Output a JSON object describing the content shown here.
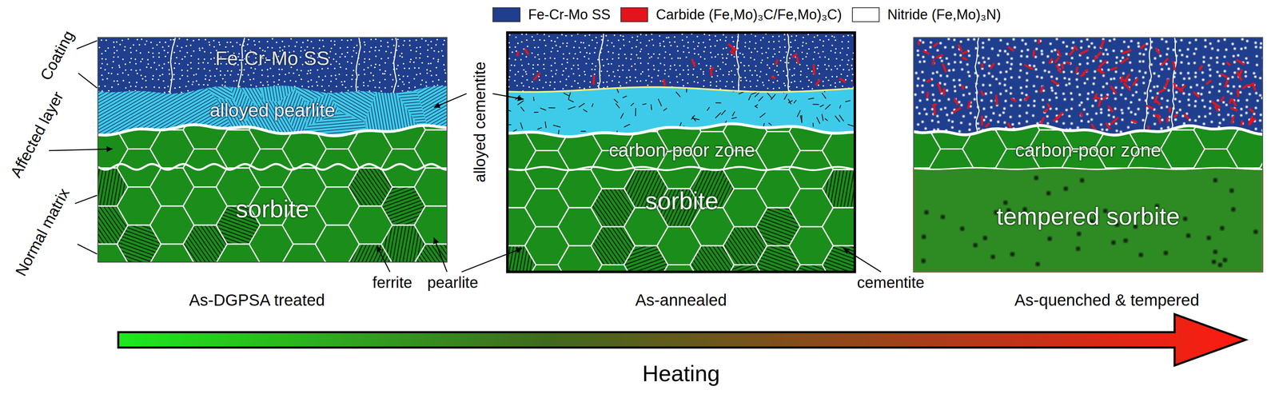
{
  "diagram": {
    "nodes": [
      {
        "text": [
          "Fe-Cr-Mo SS"
        ]
      },
      {
        "text": [
          "alloyed pearlite"
        ]
      },
      {
        "text": [
          "sorbite"
        ]
      },
      {
        "text": [
          "carbon-poor zone"
        ]
      },
      {
        "text": [
          "sorbite"
        ]
      },
      {
        "text": [
          "carbon-poor zone"
        ]
      },
      {
        "text": [
          "tempered sorbite"
        ]
      }
    ],
    "labels": [
      "Coating",
      "Affected layer",
      "Normal matrix",
      "alloyed cementite",
      "ferrite",
      "pearlite",
      "cementite",
      "As-DGPSA treated",
      "As-annealed",
      "As-quenched & tempered",
      "Heating"
    ],
    "legend": [
      {
        "text": "Fe-Cr-Mo SS",
        "color": "#203e8e"
      },
      {
        "text": "Carbide (Fe,Mo)₃C/Fe,Mo)₃C)",
        "color": "#e3141c"
      },
      {
        "text": "Nitride (Fe,Mo)₃N)",
        "color": "#ffffff"
      }
    ]
  }
}
